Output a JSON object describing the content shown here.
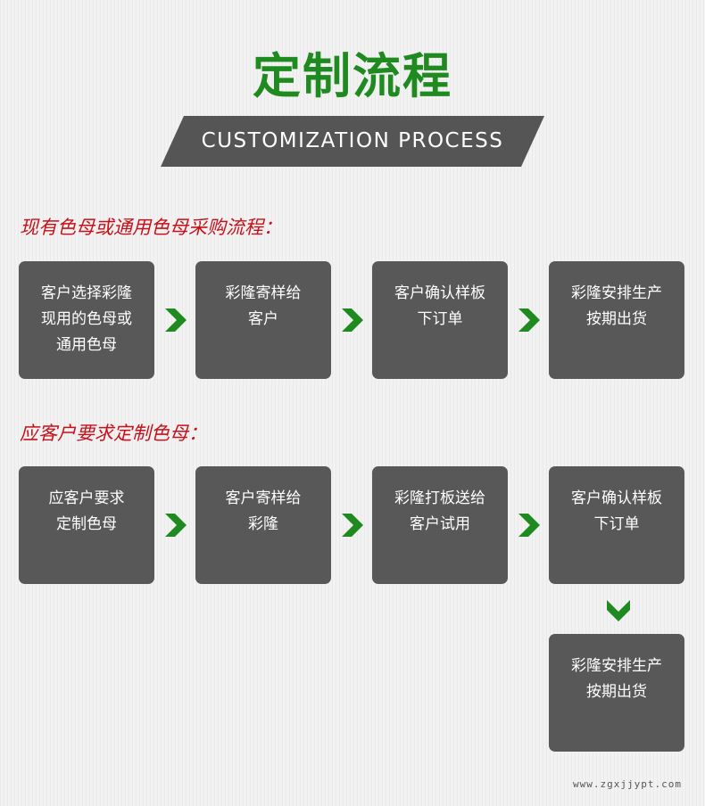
{
  "title": "定制流程",
  "subtitle": "CUSTOMIZATION PROCESS",
  "section1": {
    "heading": "现有色母或通用色母采购流程：",
    "steps": [
      {
        "lines": [
          "客户选择彩隆",
          "现用的色母或",
          "通用色母"
        ]
      },
      {
        "lines": [
          "彩隆寄样给",
          "客户"
        ]
      },
      {
        "lines": [
          "客户确认样板",
          "下订单"
        ]
      },
      {
        "lines": [
          "彩隆安排生产",
          "按期出货"
        ]
      }
    ]
  },
  "section2": {
    "heading": "应客户要求定制色母：",
    "steps": [
      {
        "lines": [
          "应客户要求",
          "定制色母"
        ]
      },
      {
        "lines": [
          "客户寄样给",
          "彩隆"
        ]
      },
      {
        "lines": [
          "彩隆打板送给",
          "客户试用"
        ]
      },
      {
        "lines": [
          "客户确认样板",
          "下订单"
        ]
      },
      {
        "lines": [
          "彩隆安排生产",
          "按期出货"
        ]
      }
    ]
  },
  "colors": {
    "title_green": "#1f8a1f",
    "heading_red": "#c5111b",
    "box_gray": "#585858",
    "arrow_green": "#1f8a1f"
  },
  "watermark": "www.zgxjjypt.com"
}
